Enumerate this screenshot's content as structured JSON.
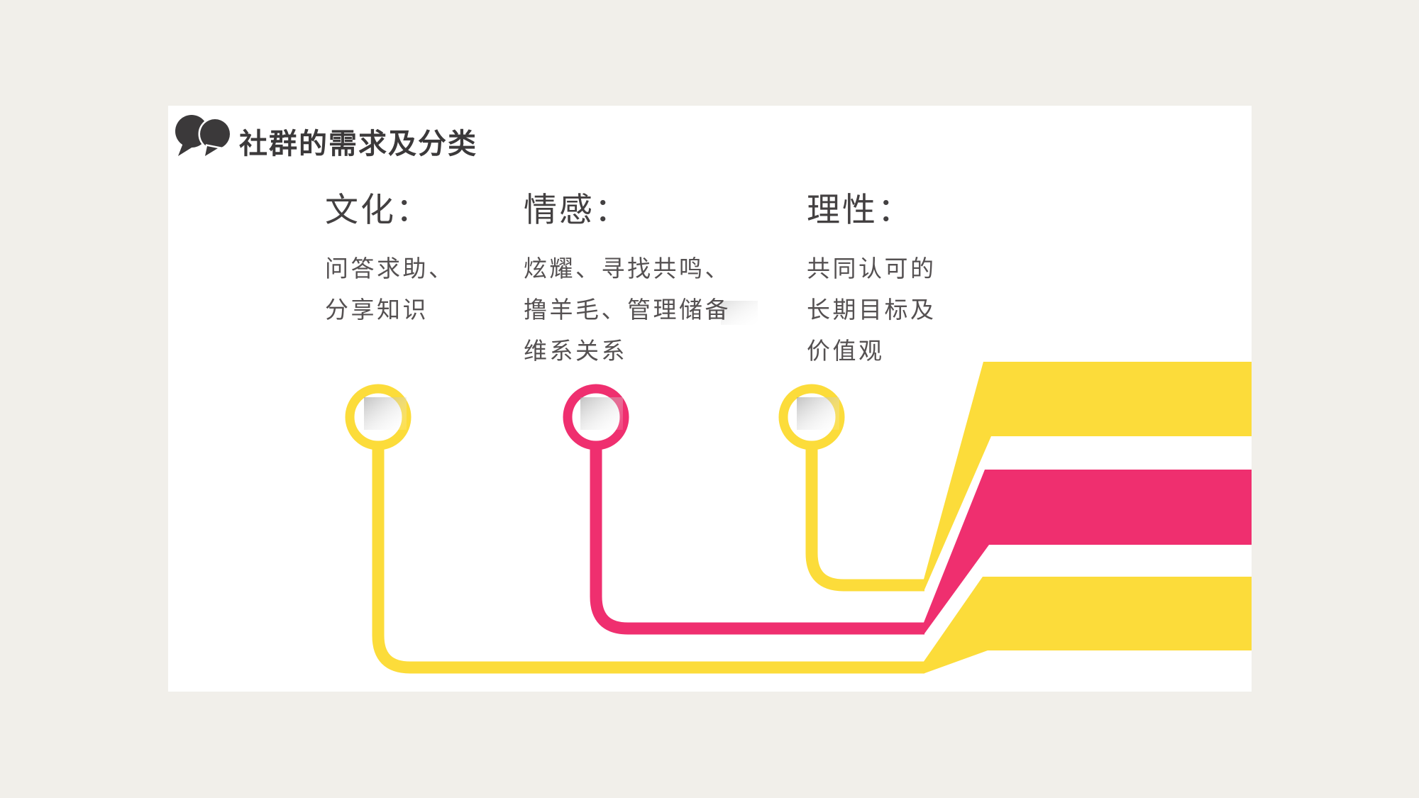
{
  "header": {
    "title": "社群的需求及分类",
    "icon": "chat-bubbles-icon"
  },
  "columns": [
    {
      "id": "culture",
      "heading": "文化：",
      "lines": [
        "问答求助、",
        "分享知识"
      ],
      "accent": "yellow"
    },
    {
      "id": "emotion",
      "heading": "情感：",
      "lines": [
        "炫耀、寻找共鸣、",
        "撸羊毛、管理储备",
        "维系关系"
      ],
      "accent": "pink"
    },
    {
      "id": "rational",
      "heading": "理性：",
      "lines": [
        "共同认可的",
        "长期目标及",
        "价值观"
      ],
      "accent": "yellow"
    }
  ],
  "diagram": {
    "nodes": [
      {
        "id": "culture-node",
        "color": "yellow",
        "connects_to": "bottom-band"
      },
      {
        "id": "emotion-node",
        "color": "pink",
        "connects_to": "middle-band"
      },
      {
        "id": "rational-node",
        "color": "yellow",
        "connects_to": "top-band"
      }
    ],
    "bands": [
      {
        "id": "top-band",
        "color": "yellow"
      },
      {
        "id": "middle-band",
        "color": "pink"
      },
      {
        "id": "bottom-band",
        "color": "yellow"
      }
    ]
  },
  "colors": {
    "yellow": "#FCDC3A",
    "pink": "#EF2F6F",
    "title": "#3B393A",
    "heading": "#434041",
    "body": "#555152",
    "canvas": "#F1EFEA",
    "panel": "#FFFFFF"
  }
}
